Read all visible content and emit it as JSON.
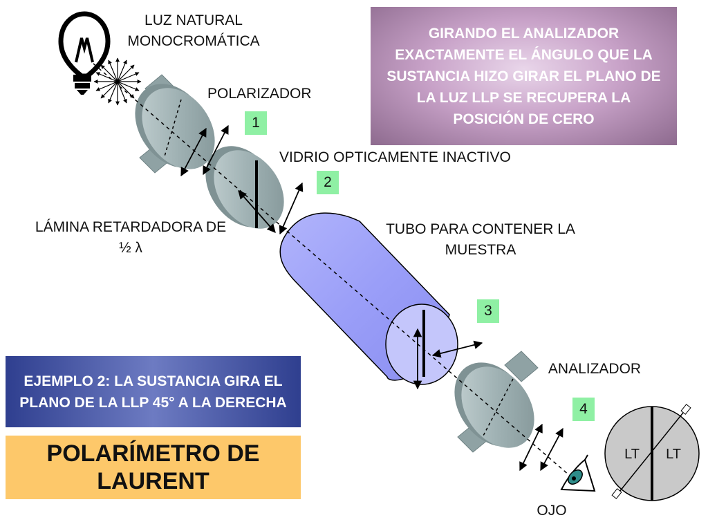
{
  "labels": {
    "light_line1": "LUZ NATURAL",
    "light_line2": "MONOCROMÁTICA",
    "polarizer": "POLARIZADOR",
    "glass": "VIDRIO OPTICAMENTE INACTIVO",
    "plate_line1": "LÁMINA RETARDADORA DE",
    "plate_line2": "½ λ",
    "tube_line1": "TUBO PARA CONTENER LA",
    "tube_line2": "MUESTRA",
    "analyzer": "ANALIZADOR",
    "eye": "OJO",
    "field_left": "LT",
    "field_right": "LT"
  },
  "badges": [
    "1",
    "2",
    "3",
    "4"
  ],
  "info_box": "GIRANDO EL ANALIZADOR EXACTAMENTE EL ÁNGULO QUE LA SUSTANCIA HIZO GIRAR EL PLANO DE LA LUZ LLP SE RECUPERA LA POSICIÓN DE CERO",
  "example_box": "EJEMPLO 2: LA SUSTANCIA GIRA EL PLANO DE LA LLP 45° A LA DERECHA",
  "title_line1": "POLARÍMETRO DE",
  "title_line2": "LAURENT",
  "colors": {
    "tube": "#9a9ef8",
    "disc": "#9fb1b3",
    "badge": "#8ff0a4",
    "title_bg": "#fdc86a"
  }
}
